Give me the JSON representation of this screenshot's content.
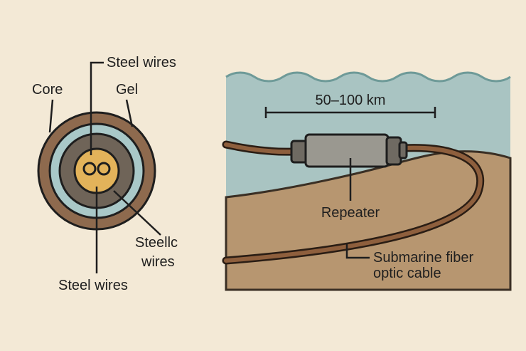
{
  "cross_section": {
    "labels": {
      "steel_wires_top": "Steel wires",
      "core": "Core",
      "gel": "Gel",
      "steellc_line1": "Steellc",
      "steellc_line2": "wires",
      "steel_wires_bottom": "Steel wires"
    }
  },
  "seabed_scene": {
    "distance_label": "50–100 km",
    "repeater_label": "Repeater",
    "cable_label_line1": "Submarine fiber",
    "cable_label_line2": "optic cable"
  },
  "colors": {
    "background": "#f3e9d6",
    "outer_sheath": "#8e6a4e",
    "gel": "#a9c8c8",
    "armor": "#6f6458",
    "core": "#e3b35a",
    "water": "#a9c4c2",
    "seabed": "#b79670",
    "cable": "#8e5f3d",
    "repeater": "#9a9890"
  }
}
